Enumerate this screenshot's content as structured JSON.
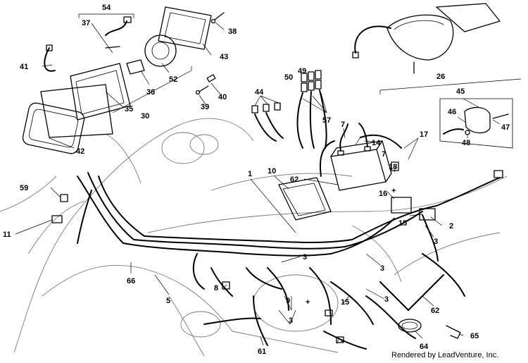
{
  "credit": "Rendered by LeadVenture, Inc.",
  "callouts": [
    "1",
    "2",
    "3",
    "5",
    "7",
    "8",
    "9",
    "10",
    "11",
    "14",
    "15",
    "16",
    "17",
    "18",
    "26",
    "30",
    "35",
    "36",
    "37",
    "38",
    "39",
    "40",
    "41",
    "42",
    "43",
    "44",
    "45",
    "46",
    "47",
    "48",
    "49",
    "50",
    "52",
    "54",
    "57",
    "59",
    "61",
    "62",
    "64",
    "65",
    "66"
  ],
  "symbols": {
    "plus": "+",
    "minus": "−"
  },
  "icons": [
    "headlight-icon",
    "taillight-icon",
    "battery-icon",
    "relay-icon",
    "wire-harness-icon",
    "bolt-icon",
    "clamp-icon",
    "bracket-icon",
    "connector-icon",
    "bulb-icon"
  ]
}
